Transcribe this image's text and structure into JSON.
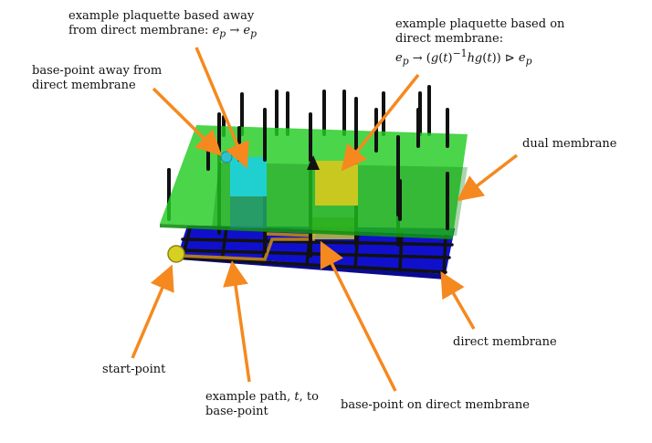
{
  "labels": {
    "plaquette_away": {
      "line1": "example plaquette based away",
      "line2": "from direct membrane: e_p → e_p"
    },
    "plaquette_on": {
      "line1": "example plaquette based on",
      "line2": "direct membrane:",
      "line3": "e_p → (g(t)^{-1} h g(t)) ⊳ e_p"
    },
    "basepoint_away": {
      "line1": "base-point away from",
      "line2": "direct membrane"
    },
    "dual_membrane": "dual membrane",
    "direct_membrane": "direct membrane",
    "start_point": "start-point",
    "example_path": {
      "line1": "example path, t, to",
      "line2": "base-point"
    },
    "basepoint_on": "base-point on direct membrane"
  },
  "colors": {
    "arrow": "#f5891f",
    "dual_membrane": "#22cc22",
    "direct_membrane": "#1010cc",
    "plaquette_away": "#20d0d0",
    "plaquette_on": "#c8c820",
    "start_point": "#d8d020",
    "basepoint_away": "#30c0d0",
    "edges": "#111111",
    "path": "#b07a20"
  }
}
